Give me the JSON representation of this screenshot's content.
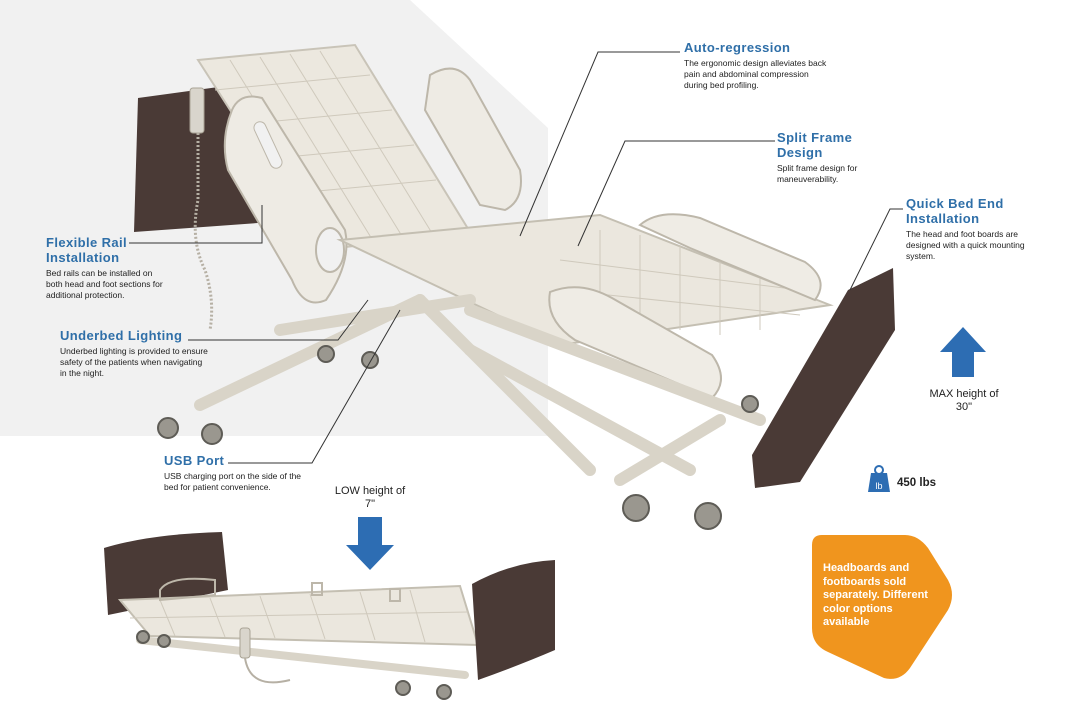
{
  "features": {
    "auto_regression": {
      "title": "Auto-regression",
      "desc": "The ergonomic design alleviates back pain and abdominal compression during bed profiling."
    },
    "split_frame": {
      "title": "Split Frame Design",
      "desc": "Split frame design for maneuverability."
    },
    "quick_bed_end": {
      "title": "Quick Bed End Installation",
      "desc": "The head and foot boards are designed with a quick mounting system."
    },
    "flexible_rail": {
      "title": "Flexible Rail Installation",
      "desc": "Bed rails can be installed on both head and foot sections for additional protection."
    },
    "underbed_lighting": {
      "title": "Underbed Lighting",
      "desc": "Underbed lighting is provided to ensure safety of the patients when navigating in the night."
    },
    "usb_port": {
      "title": "USB Port",
      "desc": "USB charging port on the side of the bed for patient convenience."
    }
  },
  "heights": {
    "max": "MAX height of 30\"",
    "low": "LOW height of 7\""
  },
  "weight": {
    "icon_text": "lb",
    "value": "450 lbs"
  },
  "callout": {
    "text": "Headboards and footboards sold separately. Different color options available"
  },
  "colors": {
    "accent_blue": "#2f6fa8",
    "arrow_blue": "#2d6db3",
    "callout_orange": "#f0951e",
    "board_brown": "#4a3a36",
    "frame_beige": "#e8e4da",
    "panel_gray": "#f1f1f1"
  },
  "icons": [
    "up-arrow-icon",
    "down-arrow-icon",
    "weight-icon"
  ]
}
